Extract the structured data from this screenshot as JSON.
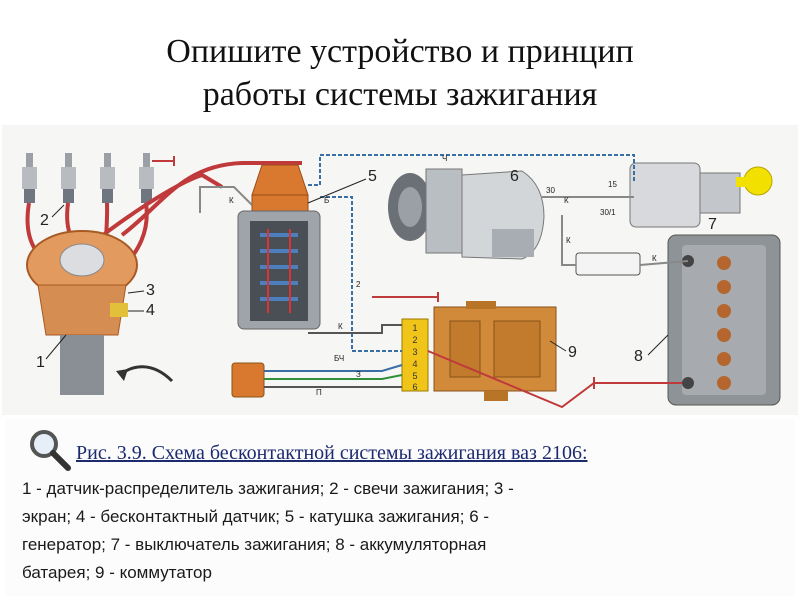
{
  "title": {
    "line1": "Опишите устройство и принцип",
    "line2": "работы системы зажигания"
  },
  "diagram": {
    "callouts": [
      "1",
      "2",
      "3",
      "4",
      "5",
      "6",
      "7",
      "8",
      "9"
    ],
    "wire_labels": {
      "k_coil": "К",
      "b_coil": "Б",
      "ch": "Ч",
      "k_gen": "К",
      "k_switch": "К",
      "k_relay": "К",
      "k_comm": "К",
      "n2": "2",
      "bch": "БЧ",
      "z": "З",
      "p": "П",
      "t30": "30",
      "t15": "15",
      "t301": "30/1"
    },
    "connector_pins": [
      "1",
      "2",
      "3",
      "4",
      "5",
      "6"
    ]
  },
  "caption": {
    "figure_title": "Рис. 3.9. Схема бесконтактной системы зажигания ваз 2106:",
    "lines": [
      "1 - датчик-распределитель зажигания; 2 - свечи зажигания; 3 -",
      "экран; 4 - бесконтактный датчик; 5 - катушка зажигания; 6 -",
      "генератор; 7 - выключатель зажигания; 8 - аккумуляторная",
      "батарея; 9 - коммутатор"
    ]
  },
  "colors": {
    "wire_red": "#c0393b",
    "wire_blue": "#3a6fa6",
    "coil_orange": "#d9782f",
    "commutator_orange": "#d08a3a",
    "connector_yellow": "#f0c419",
    "key_yellow": "#f2e000",
    "battery_gray": "#8e9398"
  },
  "icons": [
    "magnifier-icon"
  ]
}
